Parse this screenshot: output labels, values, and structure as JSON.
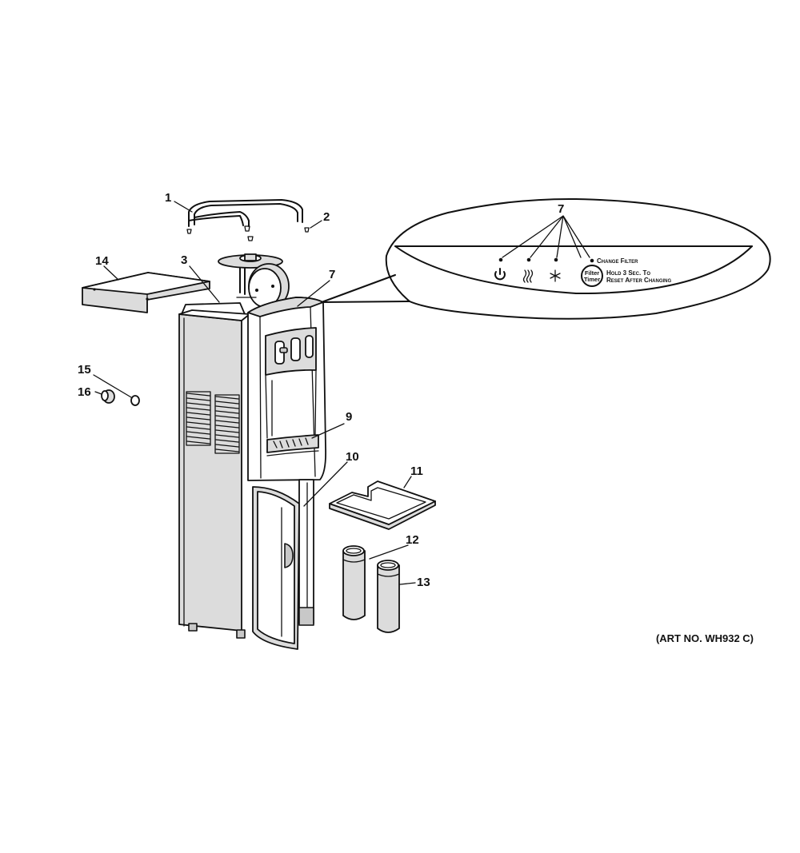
{
  "callouts": {
    "c1": "1",
    "c2": "2",
    "c3": "3",
    "c7": "7",
    "c7b": "7",
    "c9": "9",
    "c10": "10",
    "c11": "11",
    "c12": "12",
    "c13": "13",
    "c14": "14",
    "c15": "15",
    "c16": "16"
  },
  "panel": {
    "change_filter": "Change Filter",
    "filter_timer_line1": "Filter",
    "filter_timer_line2": "Timer",
    "hold_line1": "Hold 3 Sec. To",
    "hold_line2": "Reset After Changing"
  },
  "art_no": "(ART NO. WH932 C)"
}
